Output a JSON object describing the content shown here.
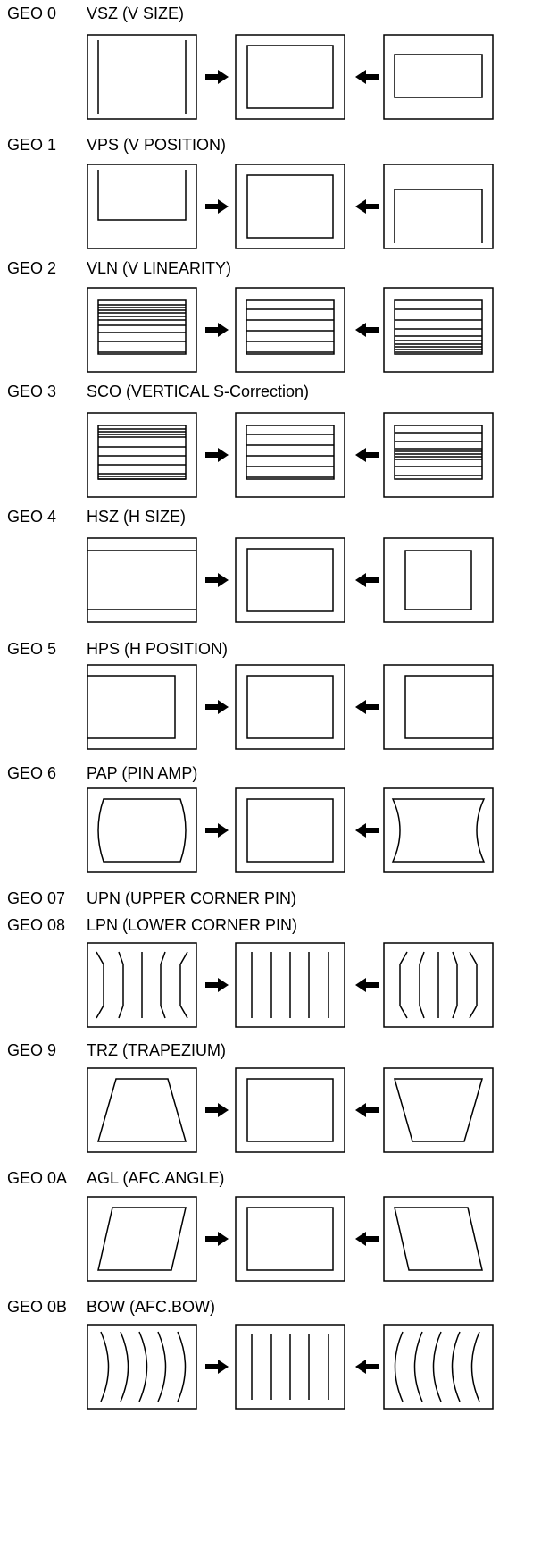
{
  "sections": [
    {
      "id": "geo0",
      "code": "GEO 0",
      "name": "VSZ (V SIZE)",
      "left": "vsz-stretch",
      "center": "normal-rect",
      "right": "vsz-shrink"
    },
    {
      "id": "geo1",
      "code": "GEO 1",
      "name": "VPS (V POSITION)",
      "left": "vps-up",
      "center": "normal-rect",
      "right": "vps-down"
    },
    {
      "id": "geo2",
      "code": "GEO 2",
      "name": "VLN (V LINEARITY)",
      "left": "lin-top",
      "center": "lines-even",
      "right": "lin-bottom"
    },
    {
      "id": "geo3",
      "code": "GEO 3",
      "name": "SCO (VERTICAL S-Correction)",
      "left": "sco-edges",
      "center": "lines-even",
      "right": "sco-mid"
    },
    {
      "id": "geo4",
      "code": "GEO 4",
      "name": "HSZ (H SIZE)",
      "left": "hsz-stretch",
      "center": "normal-rect",
      "right": "hsz-shrink"
    },
    {
      "id": "geo5",
      "code": "GEO 5",
      "name": "HPS (H POSITION)",
      "left": "hps-left",
      "center": "normal-rect",
      "right": "hps-right"
    },
    {
      "id": "geo6",
      "code": "GEO 6",
      "name": "PAP (PIN AMP)",
      "left": "barrel",
      "center": "normal-rect",
      "right": "pincushion"
    },
    {
      "id": "geo78",
      "code": "GEO 07",
      "name": "UPN (UPPER CORNER PIN)",
      "code2": "GEO 08",
      "name2": "LPN (LOWER CORNER PIN)",
      "left": "corner-out",
      "center": "vlines-even",
      "right": "corner-in"
    },
    {
      "id": "geo9",
      "code": "GEO 9",
      "name": "TRZ (TRAPEZIUM)",
      "left": "trap-up",
      "center": "normal-rect",
      "right": "trap-down"
    },
    {
      "id": "geo0a",
      "code": "GEO 0A",
      "name": "AGL (AFC.ANGLE)",
      "left": "skew-right",
      "center": "normal-rect",
      "right": "skew-left"
    },
    {
      "id": "geo0b",
      "code": "GEO 0B",
      "name": "BOW (AFC.BOW)",
      "left": "bow-right",
      "center": "vlines-even",
      "right": "bow-left"
    }
  ],
  "arrows": {
    "to_center": "arrow-right-icon",
    "from_right": "arrow-left-icon"
  },
  "colors": {
    "stroke": "#000000",
    "background": "#ffffff"
  }
}
